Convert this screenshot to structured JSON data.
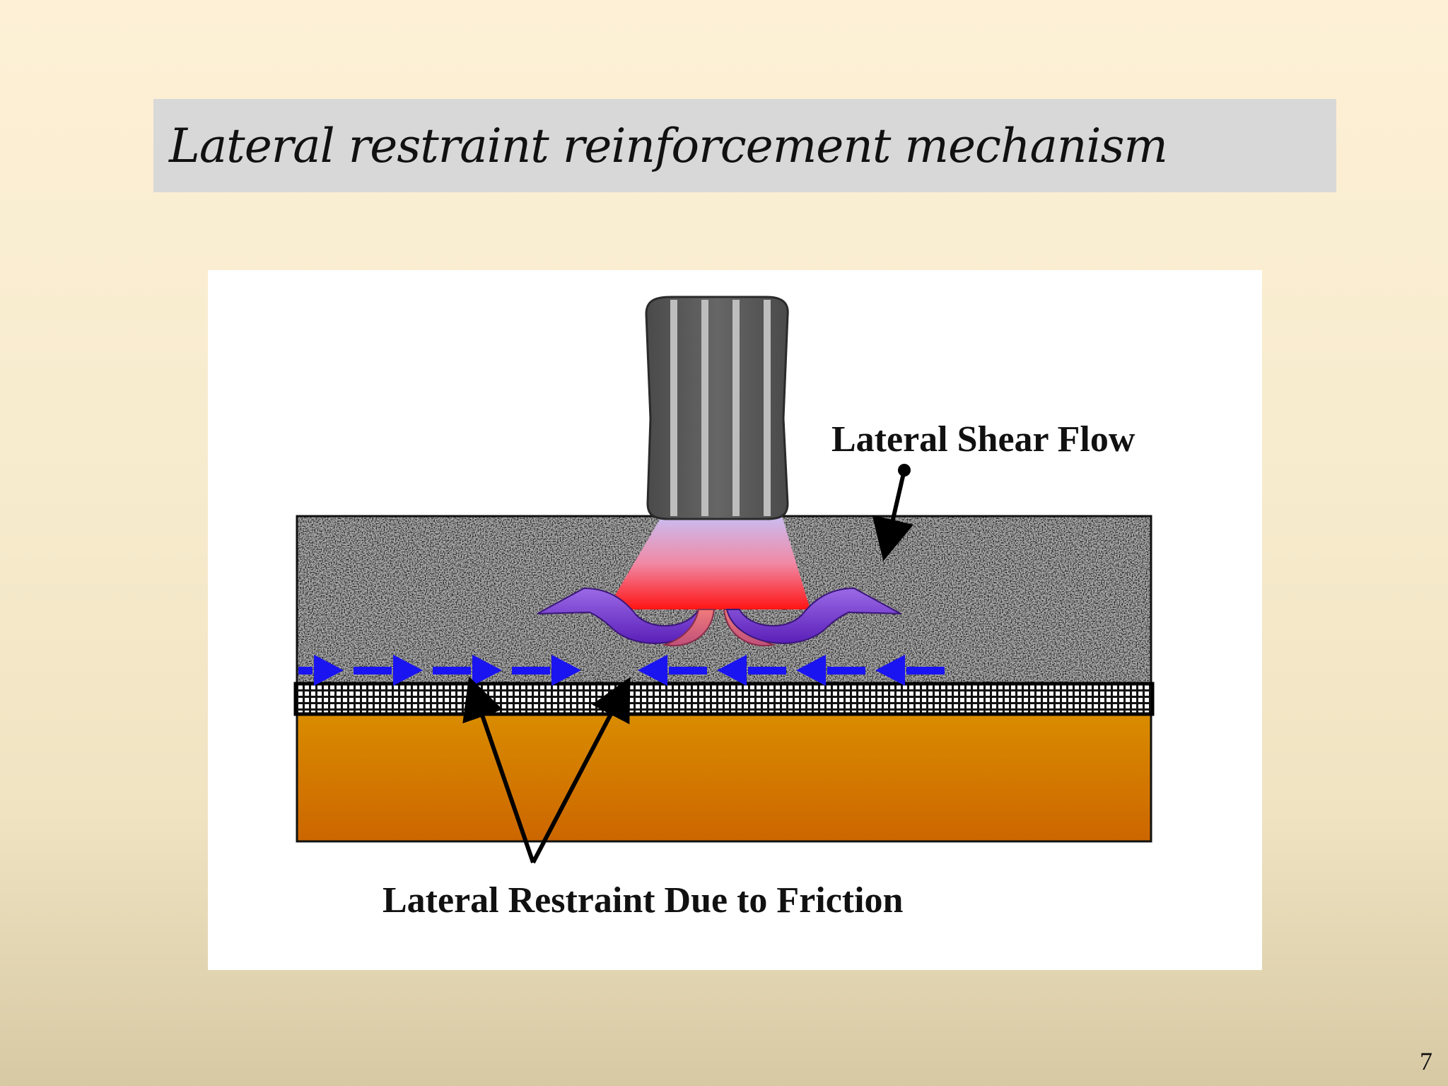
{
  "slide": {
    "title": "Lateral restraint reinforcement mechanism",
    "page_number": "7"
  },
  "diagram": {
    "label_top": "Lateral Shear Flow",
    "label_bottom": "Lateral Restraint Due to Friction",
    "colors": {
      "aggregate": "#a8a8a8",
      "subgrade_top": "#d88a00",
      "subgrade_bottom": "#cc6a00",
      "tire": "#555555",
      "stress_top": "#c7b8f0",
      "stress_bottom": "#ff1a1a",
      "shear_arrows": "#7b3fd0",
      "friction_arrows": "#1010ee"
    }
  }
}
